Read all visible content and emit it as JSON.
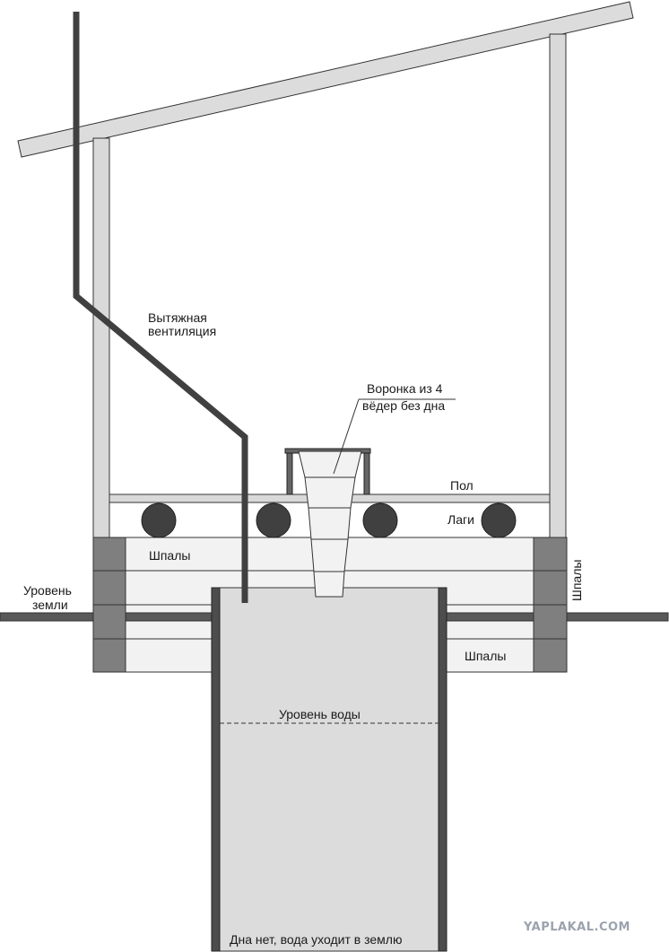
{
  "labels": {
    "ventilation_line1": "Вытяжная",
    "ventilation_line2": "вентиляция",
    "funnel_line1": "Воронка из 4",
    "funnel_line2": "вёдер без дна",
    "floor": "Пол",
    "joists": "Лаги",
    "sleepers_upper": "Шпалы",
    "sleepers_right_vertical": "Шпалы",
    "sleepers_lower": "Шпалы",
    "ground_line1": "Уровень",
    "ground_line2": "земли",
    "water_level": "Уровень воды",
    "bottom_note": "Дна нет, вода уходит в землю"
  },
  "watermark": "YAPLAKAL.COM",
  "colors": {
    "light_gray": "#d9d9d9",
    "mid_gray": "#dcdcdc",
    "dark_gray": "#404040",
    "block_gray": "#7f7f7f",
    "sleeper_fill": "#f2f2f2",
    "outline": "#333333"
  }
}
